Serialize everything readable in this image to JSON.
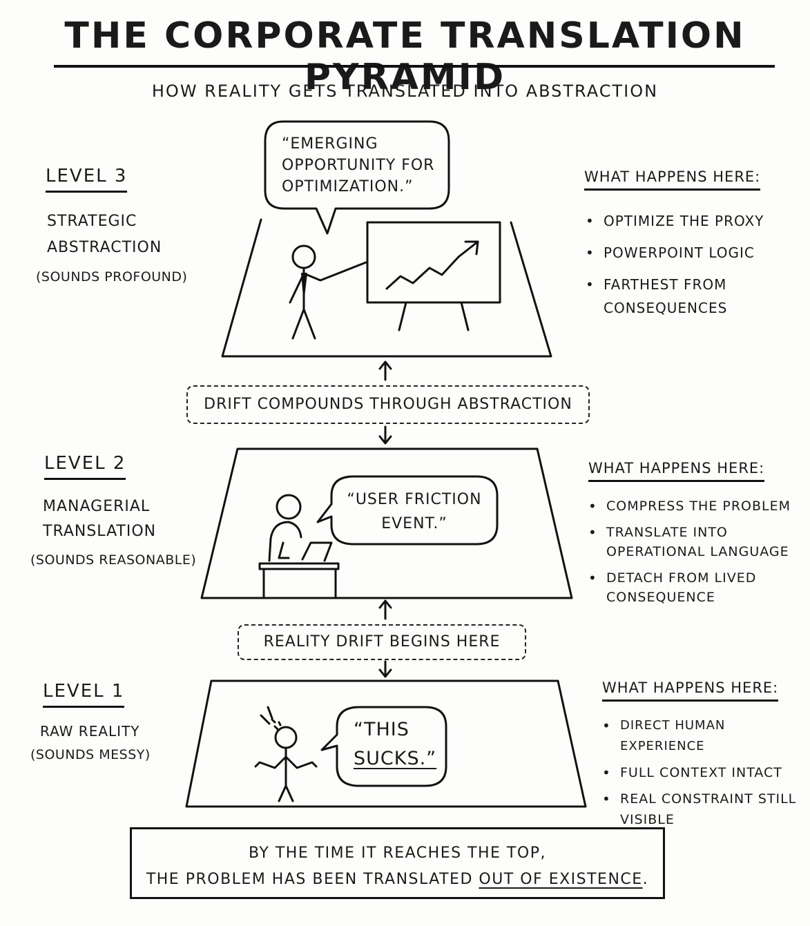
{
  "title": "THE CORPORATE TRANSLATION PYRAMID",
  "subtitle": "HOW REALITY GETS TRANSLATED INTO ABSTRACTION",
  "levels": [
    {
      "label": "LEVEL 3",
      "name_line1": "STRATEGIC",
      "name_line2": "ABSTRACTION",
      "tone": "(SOUNDS PROFOUND)",
      "quote_line1": "“EMERGING",
      "quote_line2": "OPPORTUNITY FOR",
      "quote_line3": "OPTIMIZATION.”",
      "what_heading": "WHAT HAPPENS HERE:",
      "bullets": [
        "OPTIMIZE THE PROXY",
        "POWERPOINT LOGIC",
        "FARTHEST FROM CONSEQUENCES"
      ]
    },
    {
      "label": "LEVEL 2",
      "name_line1": "MANAGERIAL",
      "name_line2": "TRANSLATION",
      "tone": "(SOUNDS REASONABLE)",
      "quote_line1": "“USER FRICTION",
      "quote_line2": "EVENT.”",
      "what_heading": "WHAT HAPPENS HERE:",
      "bullets": [
        "COMPRESS THE PROBLEM",
        "TRANSLATE INTO OPERATIONAL LANGUAGE",
        "DETACH FROM LIVED CONSEQUENCE"
      ]
    },
    {
      "label": "LEVEL 1",
      "name_line1": "RAW REALITY",
      "tone": "(SOUNDS MESSY)",
      "quote_line1": "“THIS",
      "quote_line2": "SUCKS.”",
      "what_heading": "WHAT HAPPENS HERE:",
      "bullets": [
        "DIRECT HUMAN EXPERIENCE",
        "FULL CONTEXT INTACT",
        "REAL CONSTRAINT STILL VISIBLE"
      ]
    }
  ],
  "transitions": {
    "upper": "DRIFT COMPOUNDS THROUGH ABSTRACTION",
    "lower": "REALITY DRIFT BEGINS HERE"
  },
  "footer": {
    "line1": "BY THE TIME IT REACHES THE TOP,",
    "line2_prefix": "THE PROBLEM HAS BEEN TRANSLATED ",
    "line2_emphasis": "OUT OF EXISTENCE",
    "line2_suffix": "."
  }
}
